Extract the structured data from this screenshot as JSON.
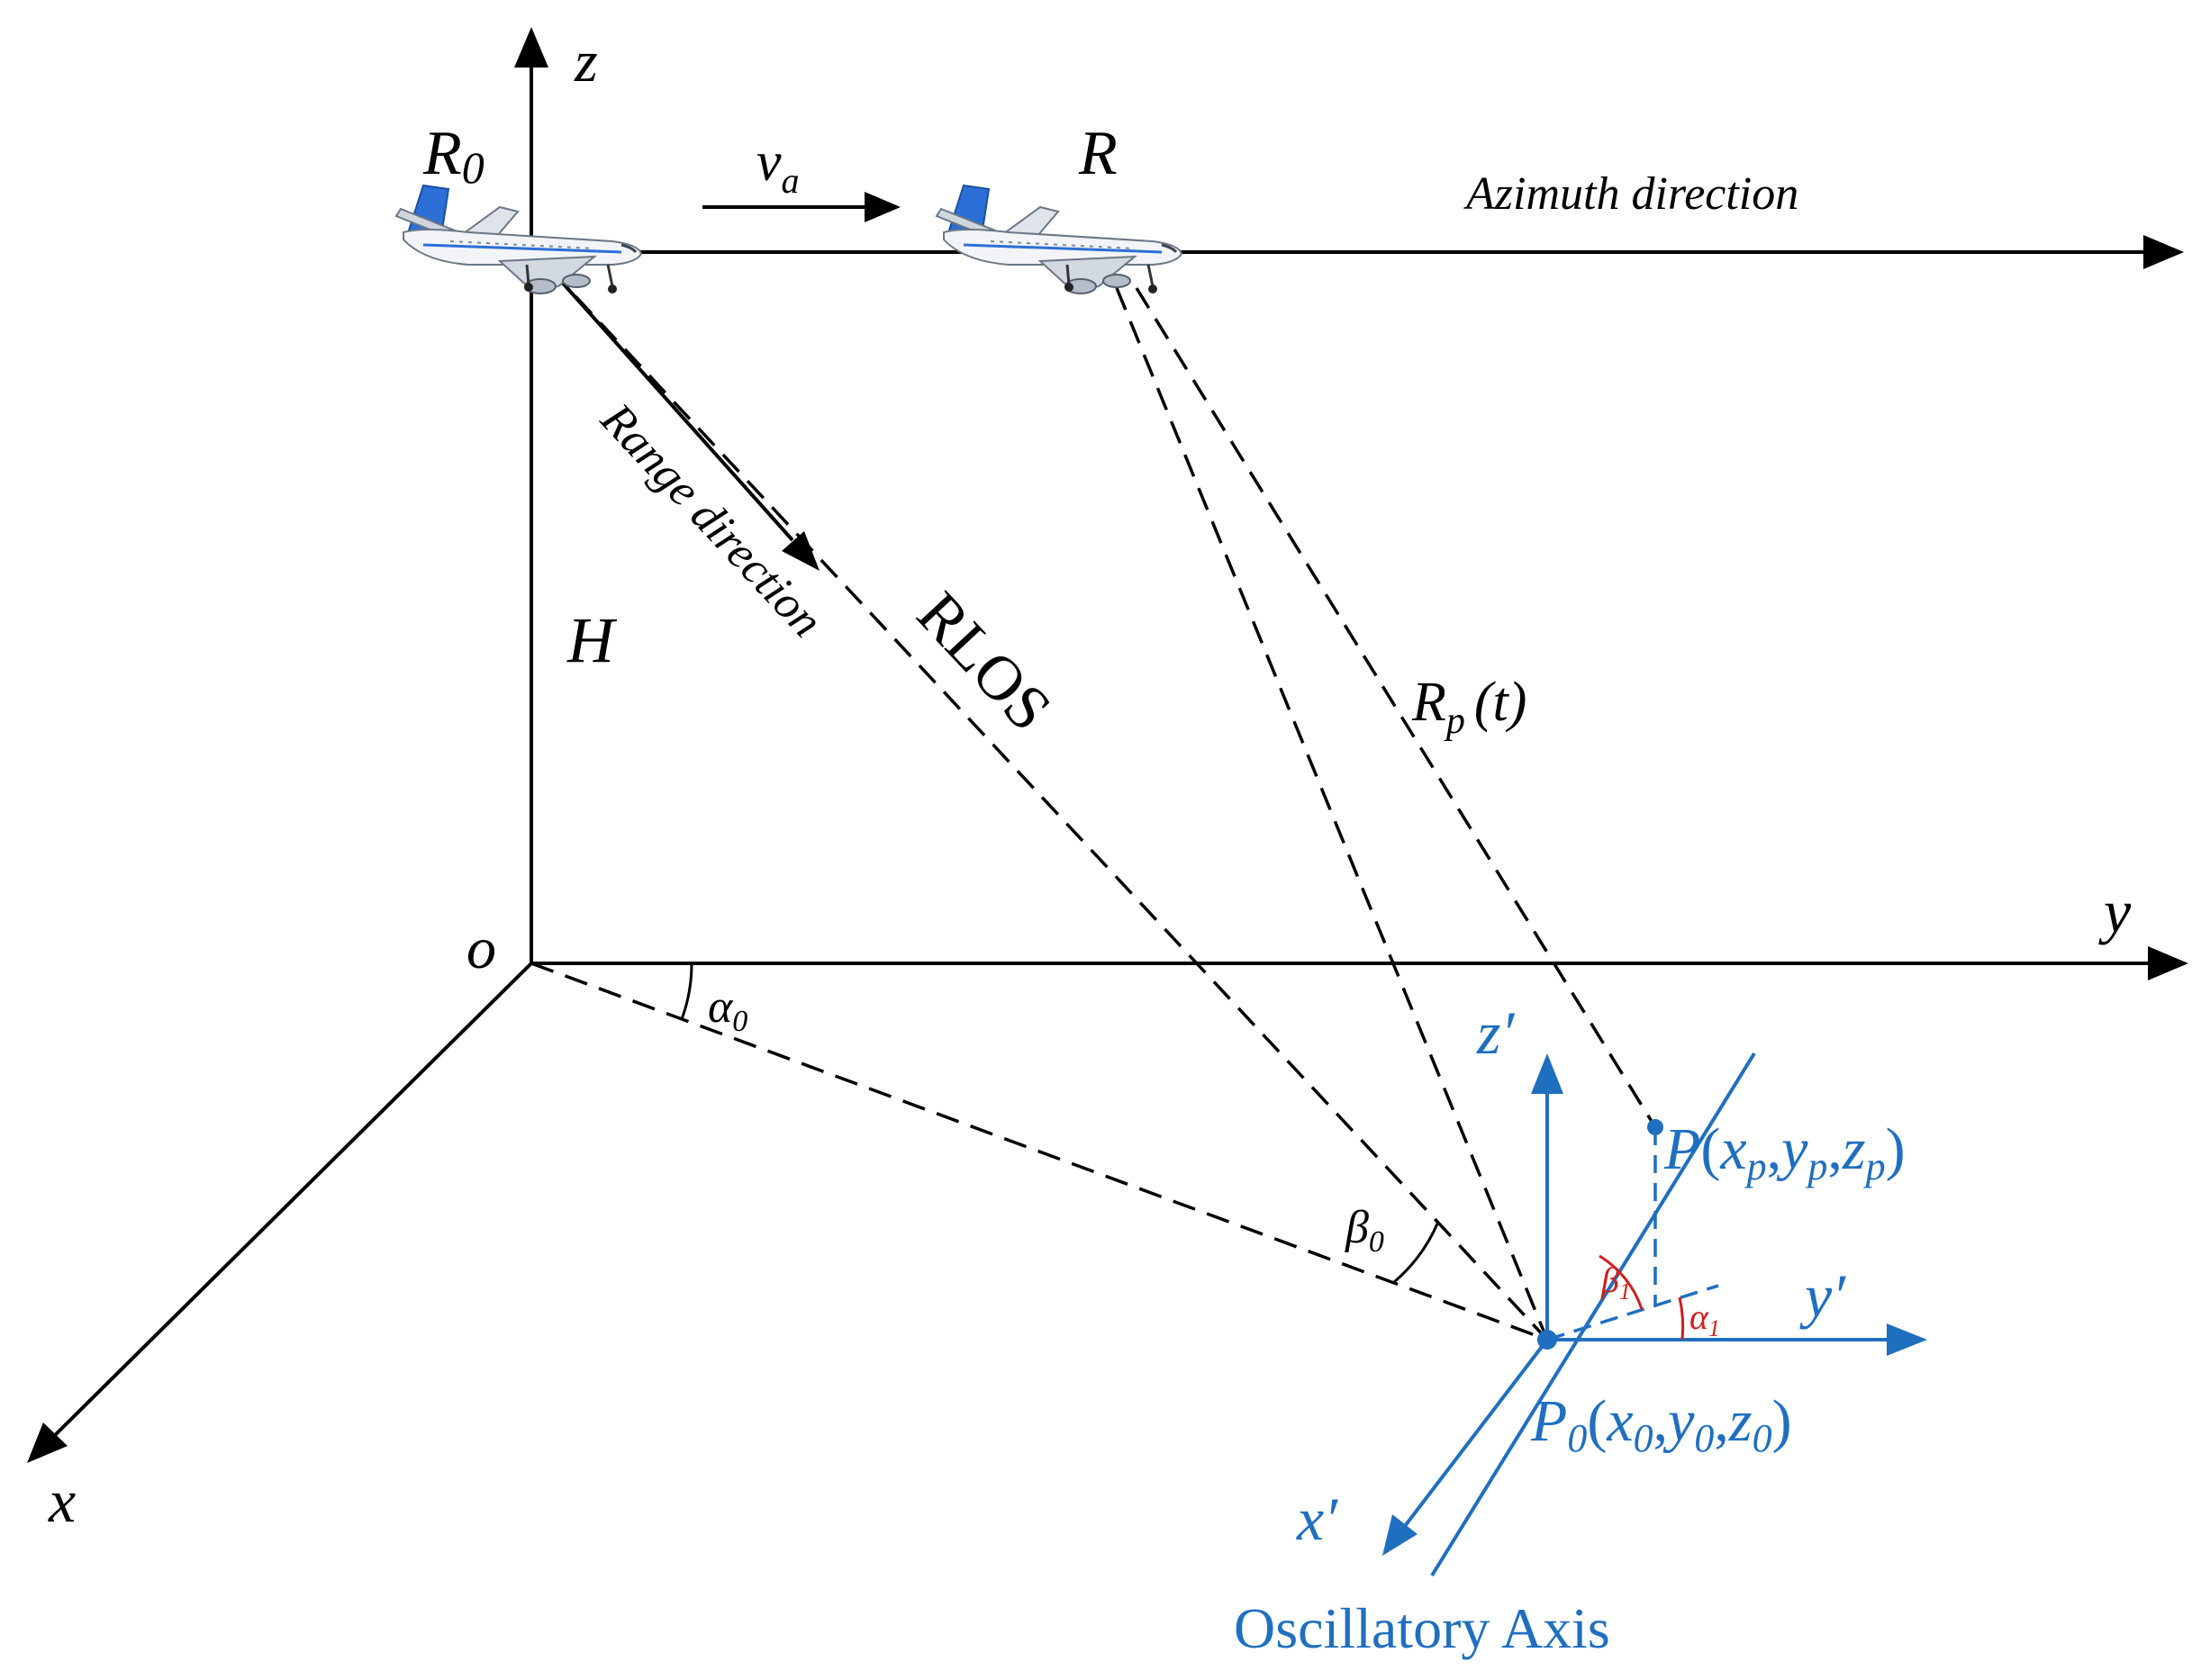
{
  "colors": {
    "axis": "#000000",
    "target": "#1f6fc1",
    "angle_red": "#d21e1e",
    "plane_body": "#f2f4f7",
    "plane_accent": "#2c6fd6"
  },
  "icons": [
    "airplane-icon",
    "airplane-icon"
  ],
  "labels": {
    "z_axis": "z",
    "y_axis": "y",
    "x_axis": "x",
    "origin": "o",
    "height": "H",
    "r0_main": "R",
    "r0_sub": "0",
    "r_label": "R",
    "va_main": "v",
    "va_sub": "a",
    "azimuth": "Azimuth direction",
    "range": "Range direction",
    "rlos": "RLOS",
    "rp_main": "R",
    "rp_sub": "p",
    "rp_arg": "(t)",
    "alpha0_main": "α",
    "alpha0_sub": "0",
    "beta0_main": "β",
    "beta0_sub": "0",
    "alpha1_main": "α",
    "alpha1_sub": "1",
    "beta1_main": "β",
    "beta1_sub": "1",
    "z_prime": "z′",
    "y_prime": "y′",
    "x_prime": "x′",
    "p_name": "P",
    "p_open": "(",
    "p_x": "x",
    "p_xs": "p",
    "p_c1": ",",
    "p_y": "y",
    "p_ys": "p",
    "p_c2": ",",
    "p_z": "z",
    "p_zs": "p",
    "p_close": ")",
    "p0_name": "P",
    "p0_sub": "0",
    "p0_open": "(",
    "p0_x": "x",
    "p0_xs": "0",
    "p0_c1": ",",
    "p0_y": "y",
    "p0_ys": "0",
    "p0_c2": ",",
    "p0_z": "z",
    "p0_zs": "0",
    "p0_close": ")",
    "oscillatory": "Oscillatory Axis"
  }
}
